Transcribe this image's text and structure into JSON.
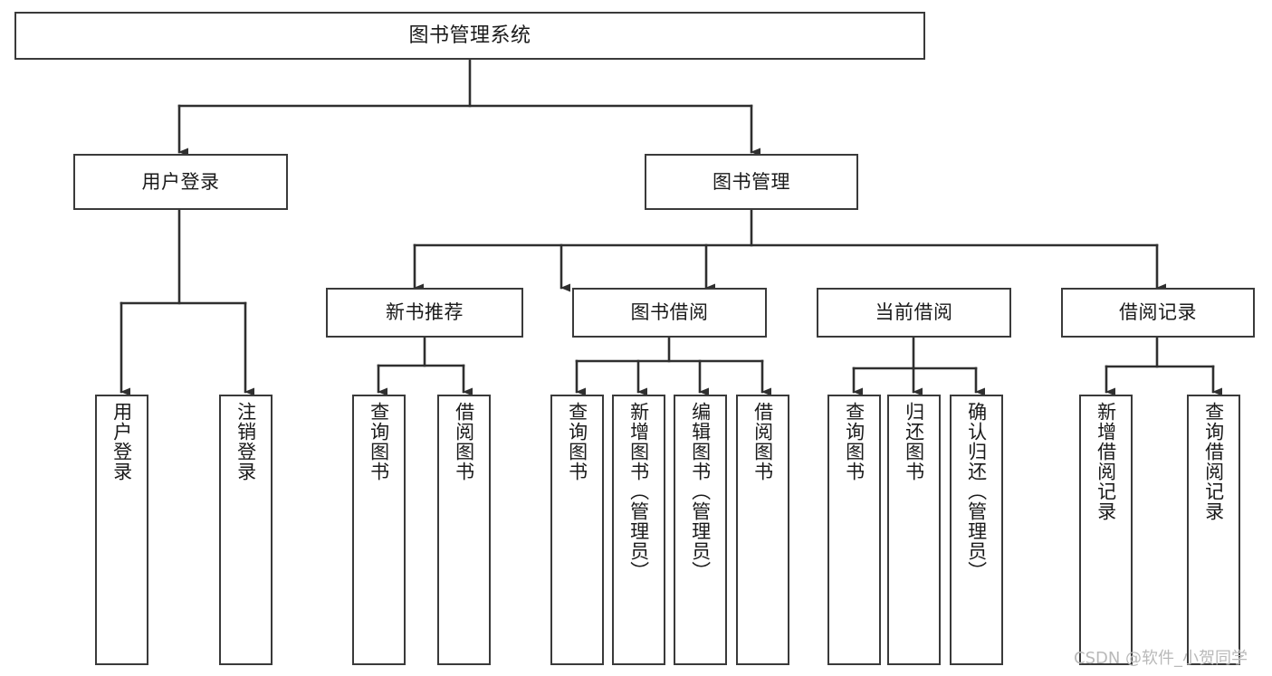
{
  "diagram": {
    "title": "图书管理系统",
    "type": "hierarchy-tree",
    "orientation": "top-down",
    "levels": 4,
    "colors": {
      "box_stroke": "#3a3a3a",
      "box_fill": "#ffffff",
      "edge": "#2f2f2f",
      "text": "#1a1a1a",
      "watermark": "#b9b9b9",
      "background": "#ffffff"
    }
  },
  "root": {
    "id": "root",
    "label": "图书管理系统",
    "text_direction": "horizontal"
  },
  "level2": [
    {
      "id": "user-login",
      "label": "用户登录",
      "text_direction": "horizontal"
    },
    {
      "id": "book-manage",
      "label": "图书管理",
      "text_direction": "horizontal"
    }
  ],
  "level3": [
    {
      "id": "new-book-recommend",
      "label": "新书推荐",
      "parent": "book-manage",
      "text_direction": "horizontal"
    },
    {
      "id": "book-borrow",
      "label": "图书借阅",
      "parent": "book-manage",
      "text_direction": "horizontal"
    },
    {
      "id": "current-borrow",
      "label": "当前借阅",
      "parent": "book-manage",
      "text_direction": "horizontal"
    },
    {
      "id": "borrow-record",
      "label": "借阅记录",
      "parent": "book-manage",
      "text_direction": "horizontal"
    }
  ],
  "leaves": [
    {
      "id": "leaf-user-login",
      "label": "用户登录",
      "parent": "user-login",
      "text_direction": "vertical"
    },
    {
      "id": "leaf-user-logout",
      "label": "注销登录",
      "parent": "user-login",
      "text_direction": "vertical"
    },
    {
      "id": "leaf-query-book-1",
      "label": "查询图书",
      "parent": "new-book-recommend",
      "text_direction": "vertical"
    },
    {
      "id": "leaf-borrow-book-1",
      "label": "借阅图书",
      "parent": "new-book-recommend",
      "text_direction": "vertical"
    },
    {
      "id": "leaf-query-book-2",
      "label": "查询图书",
      "parent": "book-borrow",
      "text_direction": "vertical"
    },
    {
      "id": "leaf-add-book",
      "label": "新增图书（管理员）",
      "parent": "book-borrow",
      "text_direction": "vertical"
    },
    {
      "id": "leaf-edit-book",
      "label": "编辑图书（管理员）",
      "parent": "book-borrow",
      "text_direction": "vertical"
    },
    {
      "id": "leaf-borrow-book-2",
      "label": "借阅图书",
      "parent": "book-borrow",
      "text_direction": "vertical"
    },
    {
      "id": "leaf-query-book-3",
      "label": "查询图书",
      "parent": "current-borrow",
      "text_direction": "vertical"
    },
    {
      "id": "leaf-return-book",
      "label": "归还图书",
      "parent": "current-borrow",
      "text_direction": "vertical"
    },
    {
      "id": "leaf-confirm-return",
      "label": "确认归还（管理员）",
      "parent": "current-borrow",
      "text_direction": "vertical"
    },
    {
      "id": "leaf-add-record",
      "label": "新增借阅记录",
      "parent": "borrow-record",
      "text_direction": "vertical"
    },
    {
      "id": "leaf-query-record",
      "label": "查询借阅记录",
      "parent": "borrow-record",
      "text_direction": "vertical"
    }
  ],
  "watermark": {
    "text": "CSDN @软件_小贺同学"
  }
}
